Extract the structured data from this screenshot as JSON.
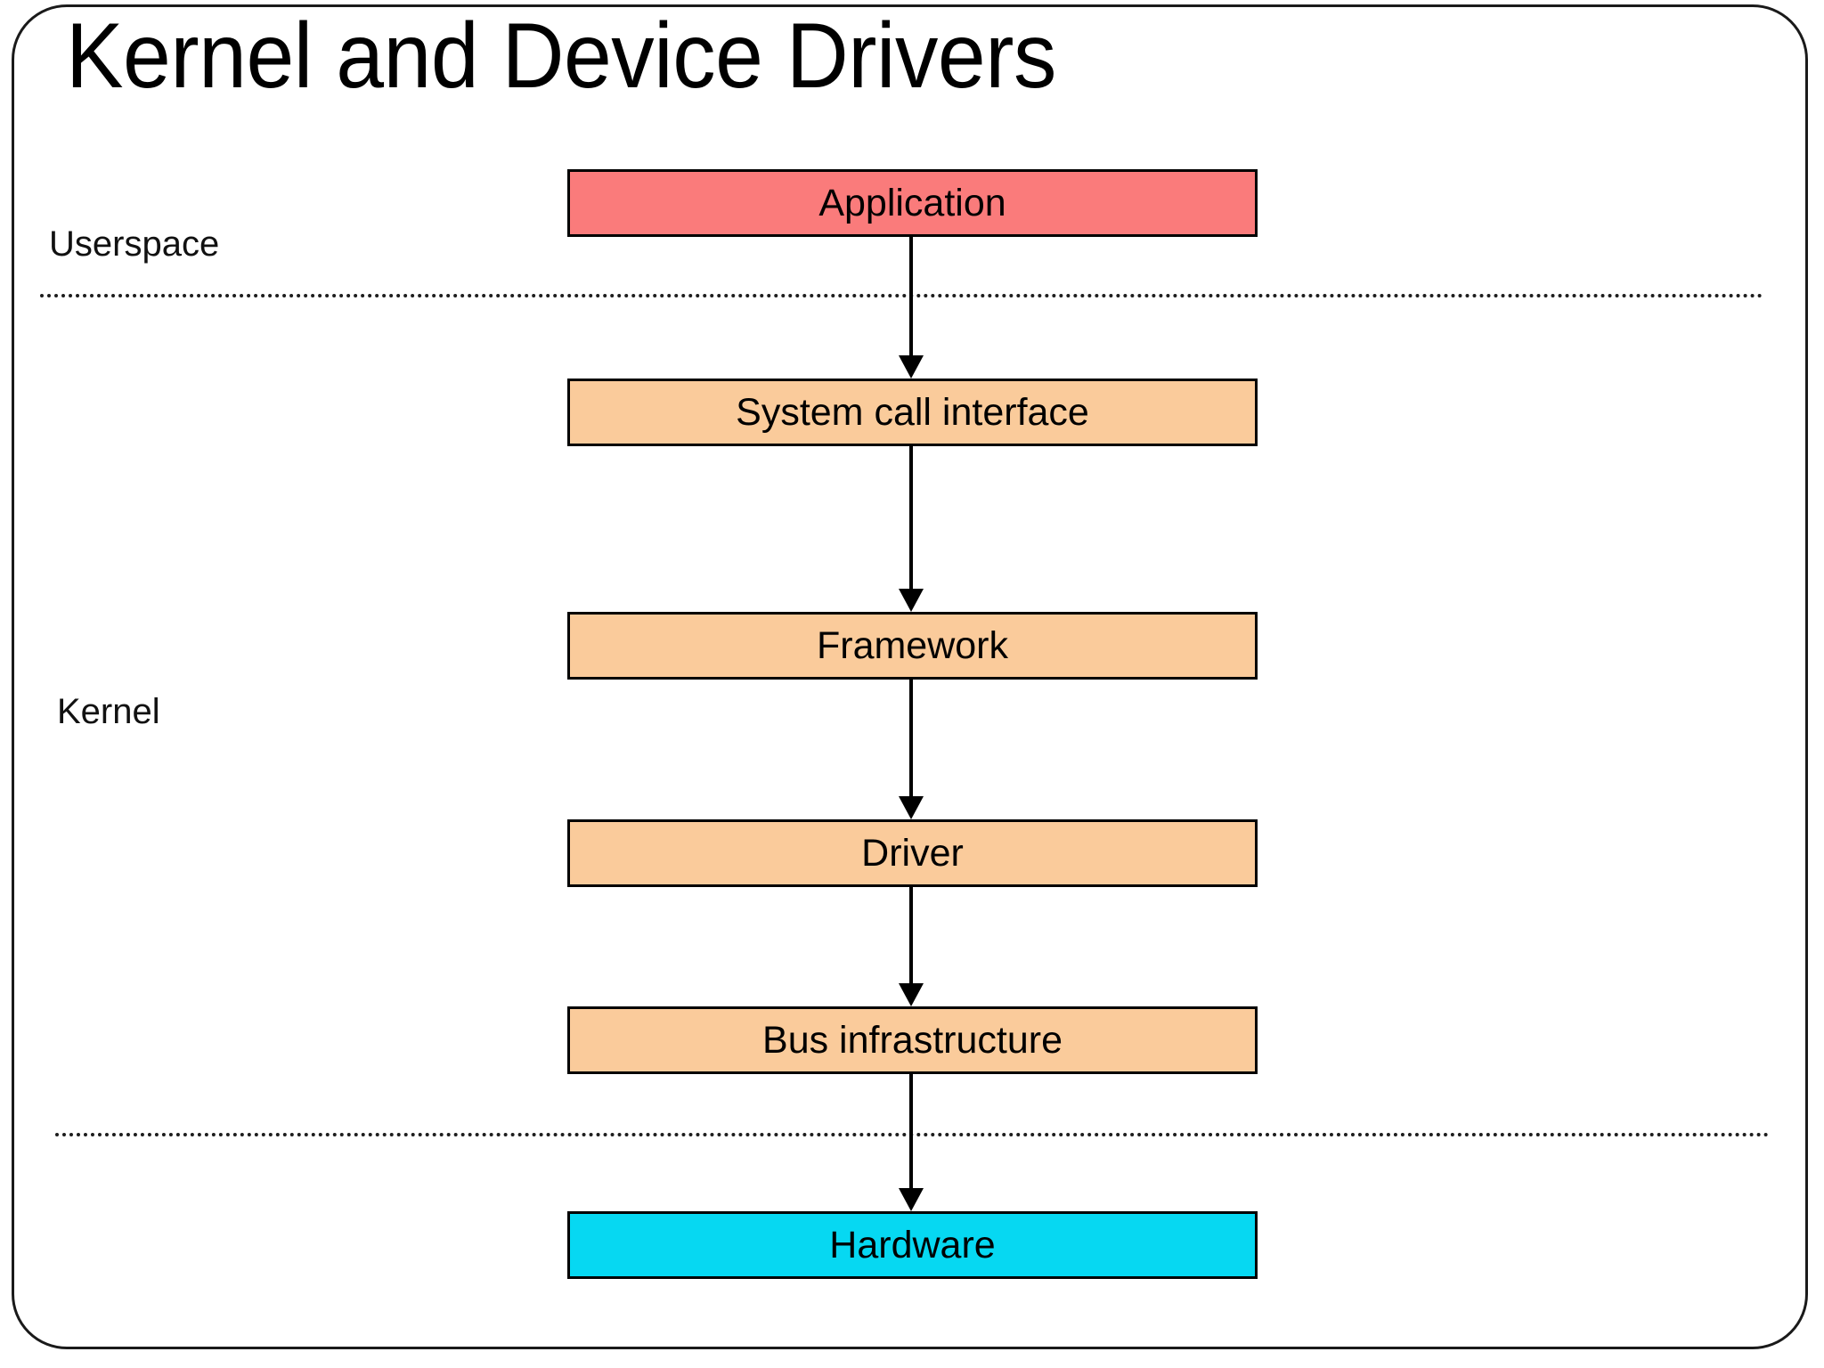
{
  "slide": {
    "title": "Kernel and Device Drivers",
    "background_color": "#ffffff",
    "frame_color": "#1a1a1a"
  },
  "zones": {
    "userspace_label": "Userspace",
    "kernel_label": "Kernel"
  },
  "diagram": {
    "type": "flow",
    "direction": "top-to-bottom",
    "boxes": [
      {
        "id": "application",
        "label": "Application",
        "fill": "#FA7B7B",
        "zone": "userspace"
      },
      {
        "id": "syscall-interface",
        "label": "System call interface",
        "fill": "#FACB9B",
        "zone": "kernel"
      },
      {
        "id": "framework",
        "label": "Framework",
        "fill": "#FACB9B",
        "zone": "kernel"
      },
      {
        "id": "driver",
        "label": "Driver",
        "fill": "#FACB9B",
        "zone": "kernel"
      },
      {
        "id": "bus-infrastructure",
        "label": "Bus infrastructure",
        "fill": "#FACB9B",
        "zone": "kernel"
      },
      {
        "id": "hardware",
        "label": "Hardware",
        "fill": "#06D8F2",
        "zone": "hardware"
      }
    ],
    "arrows": [
      {
        "from": "application",
        "to": "syscall-interface"
      },
      {
        "from": "syscall-interface",
        "to": "framework"
      },
      {
        "from": "framework",
        "to": "driver"
      },
      {
        "from": "driver",
        "to": "bus-infrastructure"
      },
      {
        "from": "bus-infrastructure",
        "to": "hardware"
      }
    ],
    "separators": [
      {
        "id": "userspace-kernel",
        "style": "dotted"
      },
      {
        "id": "kernel-hardware",
        "style": "dotted"
      }
    ]
  }
}
